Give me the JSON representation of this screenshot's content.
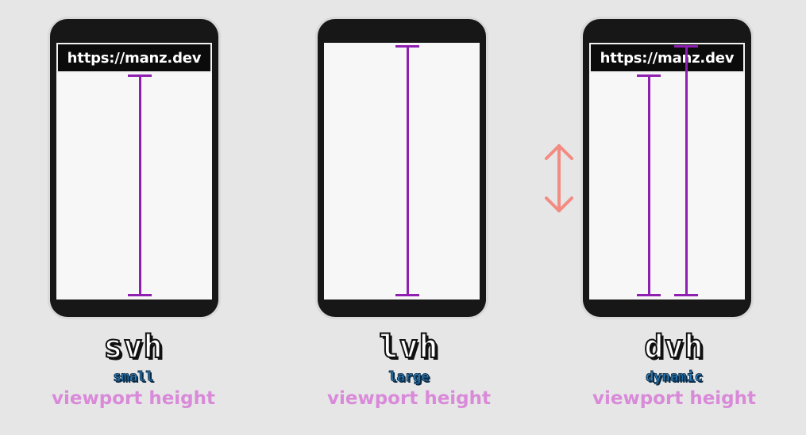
{
  "colors": {
    "background": "#e6e6e6",
    "phone_frame": "#171717",
    "screen": "#f7f7f7",
    "measure": "#8e1fb0",
    "arrow": "#f28b82",
    "subtitle": "#2f86c8",
    "viewport_text": "#d98ad9"
  },
  "panels": [
    {
      "url": "https://manz.dev",
      "unit": "svh",
      "label": "small",
      "caption": "viewport height"
    },
    {
      "url": "",
      "unit": "lvh",
      "label": "large",
      "caption": "viewport height"
    },
    {
      "url": "https://manz.dev",
      "unit": "dvh",
      "label": "dynamic",
      "caption": "viewport height"
    }
  ],
  "icons": {
    "resize_arrow": "double-arrow-vertical-icon"
  }
}
